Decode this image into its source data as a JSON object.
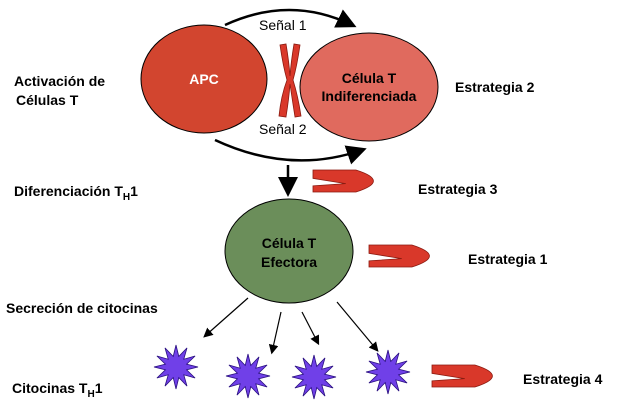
{
  "diagram": {
    "apc_label": "APC",
    "naive_cell_line1": "Célula T",
    "naive_cell_line2": "Indiferenciada",
    "effector_cell_line1": "Célula T",
    "effector_cell_line2": "Efectora",
    "signal1": "Señal 1",
    "signal2": "Señal 2",
    "stage_activation_line1": "Activación de",
    "stage_activation_line2": "Células T",
    "stage_differentiation": "Diferenciación T",
    "stage_differentiation_sub": "H",
    "stage_differentiation_suffix": "1",
    "stage_secretion": "Secreción de citocinas",
    "stage_cytokines": "Citocinas T",
    "stage_cytokines_sub": "H",
    "stage_cytokines_suffix": "1",
    "strategy2": "Estrategia 2",
    "strategy3": "Estrategia 3",
    "strategy1": "Estrategia 1",
    "strategy4": "Estrategia 4"
  },
  "colors": {
    "apc_fill": "#d2452f",
    "naive_fill": "#e06a5e",
    "effector_fill": "#6b8e5a",
    "cytokine_fill": "#7040e8",
    "chromosome_fill": "#d9382a",
    "strategy_shape_fill": "#d9382a",
    "apc_text": "#ffffff",
    "cell_text": "#000000"
  },
  "icons": [
    "chromosome-icon",
    "cytokine-star-icon",
    "strategy-hook-icon"
  ]
}
